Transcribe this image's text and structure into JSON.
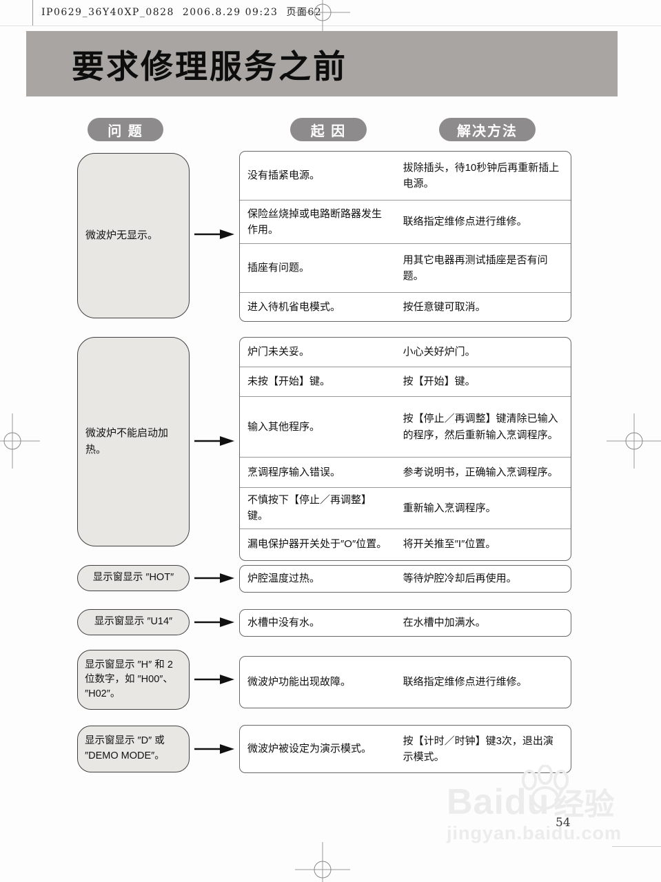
{
  "print_header": {
    "text": "IP0629_36Y40XP_0828  2006.8.29 09:23  页面62"
  },
  "title": "要求修理服务之前",
  "column_headers": {
    "problem": "问 题",
    "cause": "起 因",
    "solution": "解决方法"
  },
  "sections": [
    {
      "problem": "微波炉无显示。",
      "rows": [
        {
          "cause": "没有插紧电源。",
          "solution": "拔除插头，待10秒钟后再重新插上电源。"
        },
        {
          "cause": "保险丝烧掉或电路断路器发生作用。",
          "solution": "联络指定维修点进行维修。"
        },
        {
          "cause": "插座有问题。",
          "solution": "用其它电器再测试插座是否有问题。"
        },
        {
          "cause": "进入待机省电模式。",
          "solution": "按任意键可取消。"
        }
      ]
    },
    {
      "problem": "微波炉不能启动加热。",
      "rows": [
        {
          "cause": "炉门未关妥。",
          "solution": "小心关好炉门。"
        },
        {
          "cause": "未按【开始】键。",
          "solution": "按【开始】键。"
        },
        {
          "cause": "输入其他程序。",
          "solution": "按【停止／再调整】键清除已输入的程序，然后重新输入烹调程序。"
        },
        {
          "cause": "烹调程序输入错误。",
          "solution": "参考说明书，正确输入烹调程序。"
        },
        {
          "cause": "不慎按下【停止／再调整】键。",
          "solution": "重新输入烹调程序。"
        },
        {
          "cause": "漏电保护器开关处于″O″位置。",
          "solution": "将开关推至″I″位置。"
        }
      ]
    },
    {
      "problem": "显示窗显示 ″HOT″",
      "rows": [
        {
          "cause": "炉腔温度过热。",
          "solution": "等待炉腔冷却后再使用。"
        }
      ]
    },
    {
      "problem": "显示窗显示 ″U14″",
      "rows": [
        {
          "cause": "水槽中没有水。",
          "solution": "在水槽中加满水。"
        }
      ]
    },
    {
      "problem": "显示窗显示 ″H″ 和 2位数字，如 ″H00″、″H02″。",
      "rows": [
        {
          "cause": "微波炉功能出现故障。",
          "solution": "联络指定维修点进行维修。"
        }
      ]
    },
    {
      "problem": "显示窗显示 ″D″ 或 ″DEMO MODE″。",
      "rows": [
        {
          "cause": "微波炉被设定为演示模式。",
          "solution": "按【计时／时钟】键3次，退出演示模式。"
        }
      ]
    }
  ],
  "watermark": {
    "brand": "Baidu",
    "suffix": "经验",
    "url": "jingyan.baidu.com"
  },
  "page_number": "54",
  "colors": {
    "banner_gray": "#a8a5a3",
    "pill_gray": "#8d8b8c",
    "box_fill": "#e8e7e4"
  }
}
